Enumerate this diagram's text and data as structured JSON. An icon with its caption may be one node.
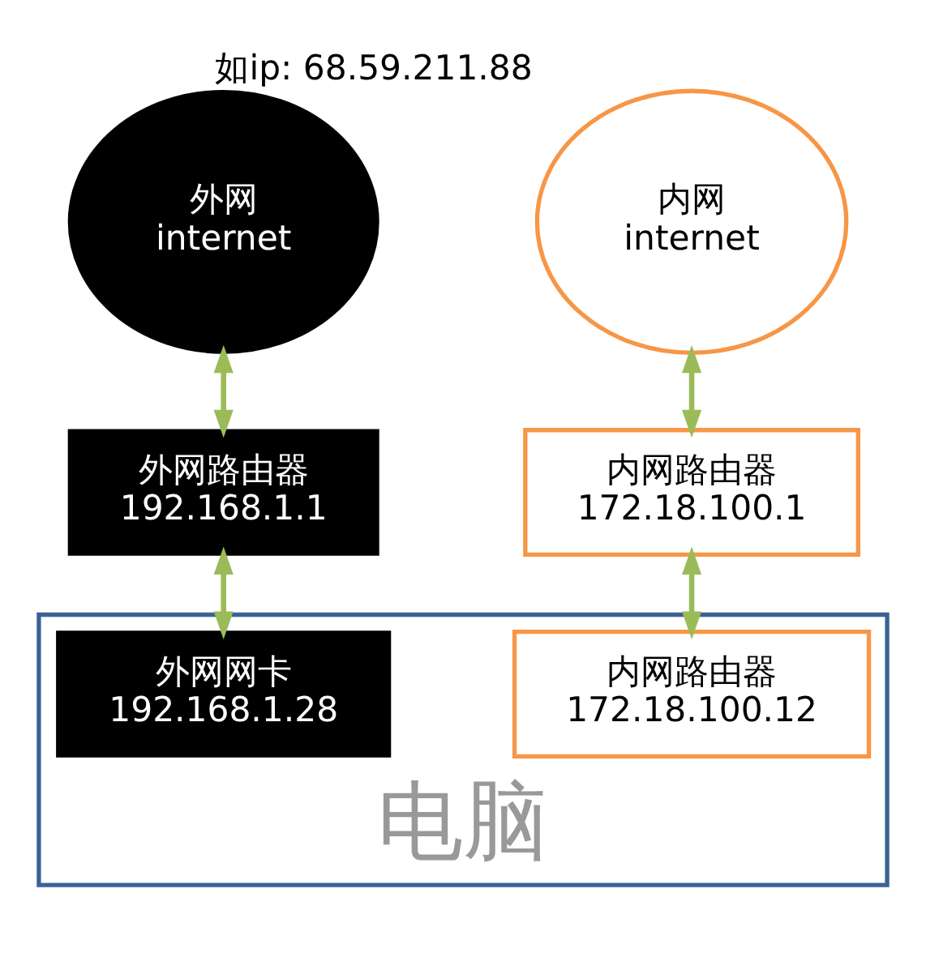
{
  "diagram": {
    "nodes": [
      {
        "text": [
          "外网",
          "internet"
        ]
      },
      {
        "text": [
          "内网",
          "internet"
        ],
        "beside": [
          "如ip: 68.59.211.88"
        ]
      },
      {
        "text": [
          "外网路由器",
          "192.168.1.1"
        ]
      },
      {
        "text": [
          "内网路由器",
          "172.18.100.1"
        ]
      },
      {
        "text": [
          "电脑"
        ]
      },
      {
        "text": [
          "外网网卡",
          "192.168.1.28"
        ],
        "in": 4
      },
      {
        "text": [
          "内网路由器",
          "172.18.100.12"
        ],
        "in": 4
      }
    ],
    "edges": [
      {
        "from": 0,
        "to": 2,
        "arrow": "both"
      },
      {
        "from": 1,
        "to": 3,
        "arrow": "both"
      },
      {
        "from": 2,
        "to": 5,
        "arrow": "both"
      },
      {
        "from": 3,
        "to": 6,
        "arrow": "both"
      }
    ]
  }
}
